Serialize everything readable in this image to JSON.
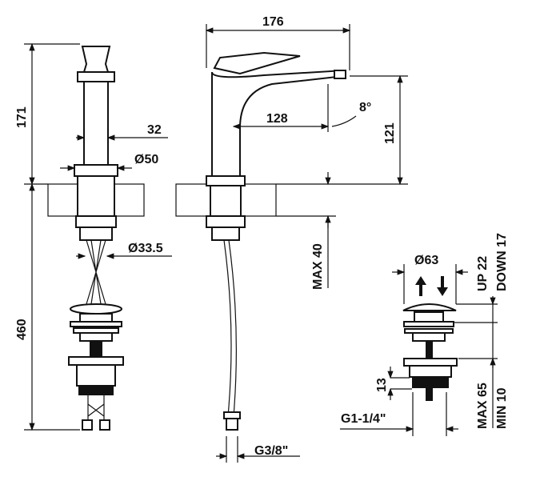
{
  "dimensions": {
    "total_width": "176",
    "spout_reach": "128",
    "spout_angle": "8°",
    "spout_height": "121",
    "body_height": "171",
    "base_width": "32",
    "base_diameter": "Ø50",
    "hose_diameter": "Ø33.5",
    "total_length": "460",
    "max_countertop": "MAX 40",
    "hose_thread": "G3/8\"",
    "popup_diameter": "Ø63",
    "popup_up": "UP 22",
    "popup_down": "DOWN 17",
    "waste_thread_height": "13",
    "waste_thread": "G1-1/4\"",
    "max_basin": "MAX 65",
    "min_basin": "MIN 10"
  }
}
